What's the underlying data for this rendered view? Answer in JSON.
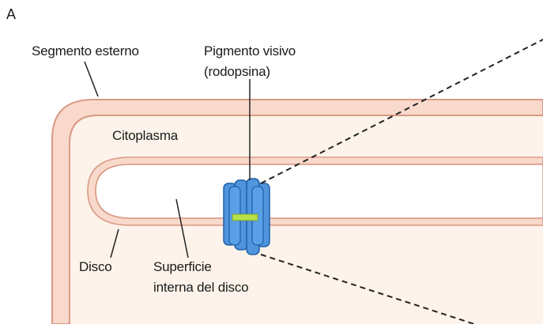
{
  "panel_letter": "A",
  "labels": {
    "outer_segment": "Segmento esterno",
    "visual_pigment_line1": "Pigmento visivo",
    "visual_pigment_line2": "(rodopsina)",
    "cytoplasm": "Citoplasma",
    "disc": "Disco",
    "inner_surface_line1": "Superficie",
    "inner_surface_line2": "interna del disco"
  },
  "colors": {
    "membrane_outline": "#d99a86",
    "membrane_fill": "#f9d9cb",
    "cytoplasm_fill": "#fdf3ea",
    "disc_lumen_fill": "#ffffff",
    "protein_fill": "#4f94dc",
    "protein_stroke": "#1f5fa8",
    "retinal_band": "#b8e04a",
    "line_color": "#222222"
  }
}
